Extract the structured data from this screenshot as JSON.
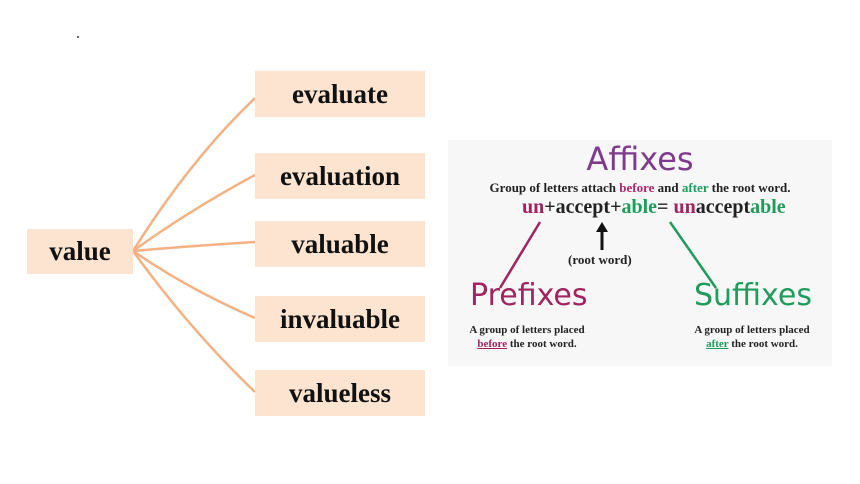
{
  "tree": {
    "root": "value",
    "branches": [
      "evaluate",
      "evaluation",
      "valuable",
      "invaluable",
      "valueless"
    ]
  },
  "affixes": {
    "title": "Affixes",
    "desc_start": "Group of letters attach ",
    "desc_before": "before",
    "desc_mid": " and ",
    "desc_after": "after",
    "desc_end": " the root word.",
    "eq_prefix": "un",
    "eq_plus1": "+",
    "eq_root": "accept",
    "eq_plus2": "+",
    "eq_suffix": "able",
    "eq_equals": "= ",
    "eq_result_prefix": "un",
    "eq_result_root": "accept",
    "eq_result_suffix": "able",
    "root_label": "(root word)",
    "prefixes_title": "Prefixes",
    "prefix_desc_line1": "A group of letters placed",
    "prefix_desc_keyword": "before",
    "prefix_desc_end": " the root word.",
    "suffixes_title": "Suffixes",
    "suffix_desc_line1": "A group of letters placed",
    "suffix_desc_keyword": "after",
    "suffix_desc_end": " the root word.",
    "colors": {
      "title": "#7e3a8c",
      "prefix": "#a0245e",
      "suffix": "#1f9c5c"
    }
  }
}
